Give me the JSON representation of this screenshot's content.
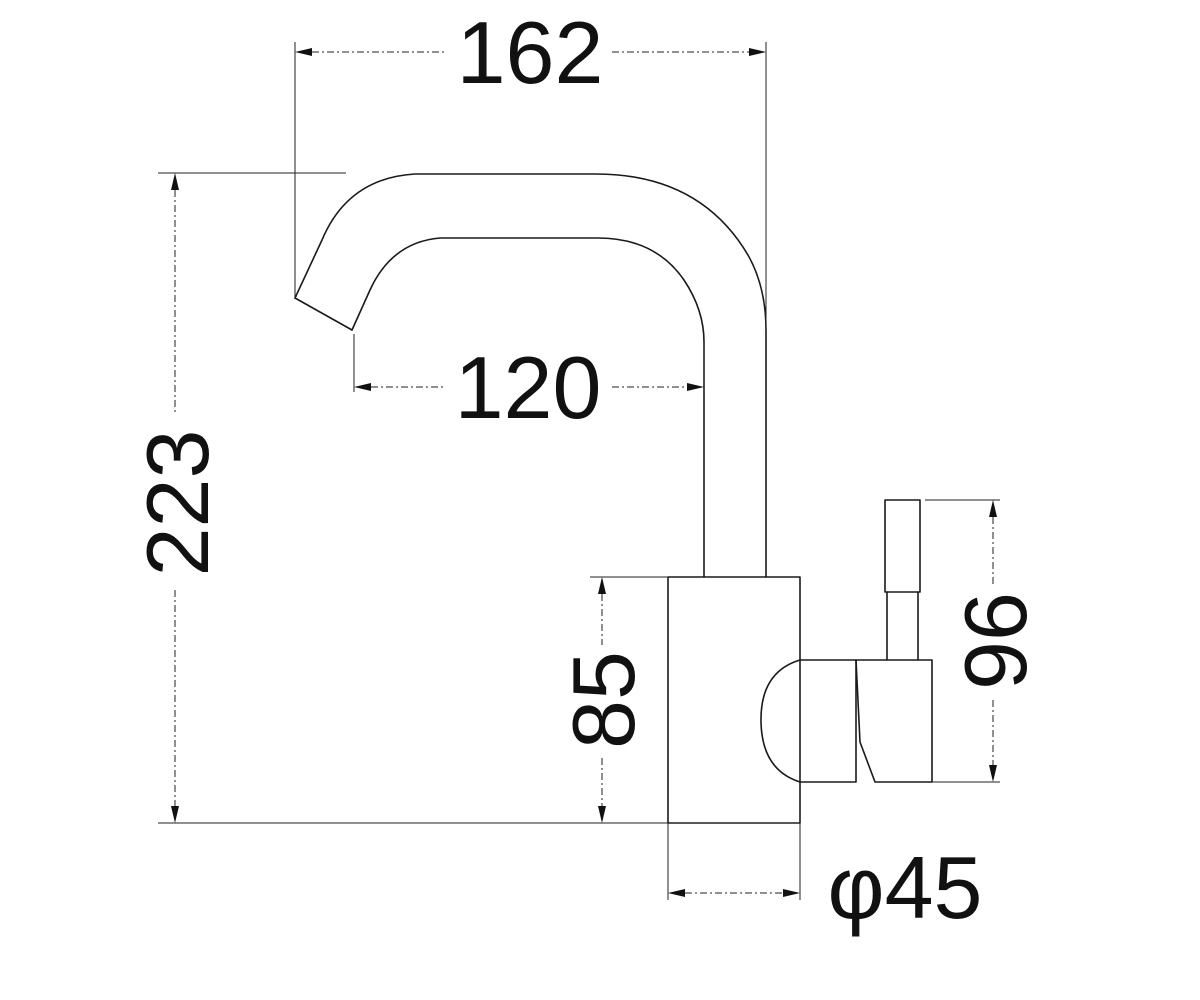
{
  "dimensions": {
    "spout_reach_outer": "162",
    "spout_reach_inner": "120",
    "overall_height": "223",
    "body_height": "85",
    "handle_height": "96",
    "base_diameter": "φ45"
  },
  "colors": {
    "line": "#1a1a1a",
    "background": "#ffffff"
  }
}
